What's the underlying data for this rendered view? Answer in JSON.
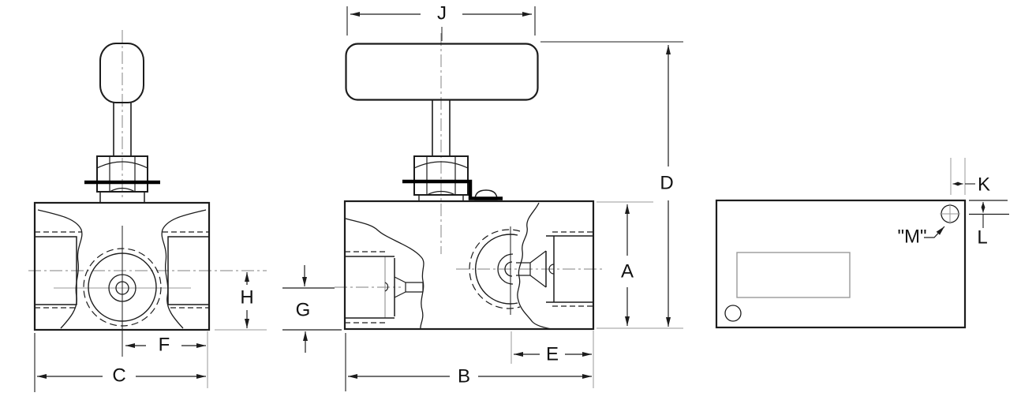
{
  "figure": {
    "kind": "dimensioned-engineering-drawing",
    "subject": "Panel-mount needle valve shown in three orthographic views with letter dimension callouts",
    "views": [
      {
        "id": "end-view",
        "dimension_labels": [
          "H",
          "F",
          "C"
        ]
      },
      {
        "id": "side-view",
        "dimension_labels": [
          "J",
          "D",
          "A",
          "G",
          "E",
          "B"
        ]
      },
      {
        "id": "bottom-view",
        "dimension_labels": [
          "K",
          "L",
          "\"M\""
        ]
      }
    ]
  },
  "labels": {
    "a": "A",
    "b": "B",
    "c": "C",
    "d": "D",
    "e": "E",
    "f": "F",
    "g": "G",
    "h": "H",
    "j": "J",
    "k": "K",
    "l": "L",
    "m": "\"M\""
  },
  "colors": {
    "outline": "#1c1c1c",
    "dimension": "#1c1c1c",
    "centerline": "#9a9a9a",
    "extension": "#9a9a9a",
    "hidden_line": "#1c1c1c",
    "panel_line": "#000000",
    "label_text": "#111111",
    "background": "#ffffff"
  }
}
